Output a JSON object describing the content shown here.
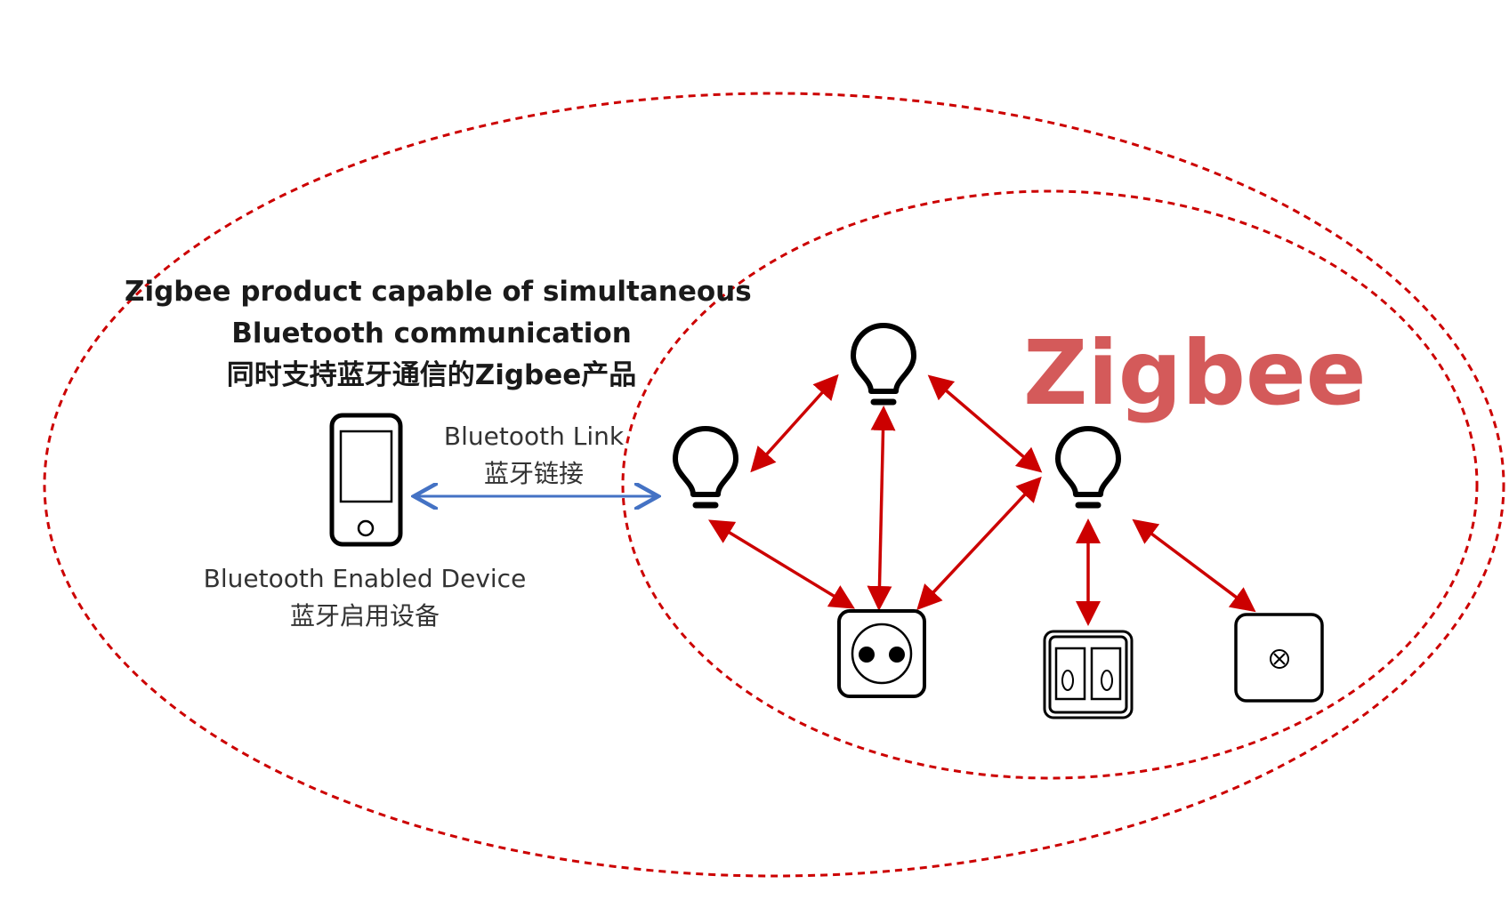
{
  "diagram": {
    "title": {
      "line1": "Zigbee product capable of simultaneous",
      "line2": "Bluetooth communication",
      "line3": "同时支持蓝牙通信的Zigbee产品"
    },
    "bluetooth_link": {
      "label_en": "Bluetooth Link",
      "label_zh": "蓝牙链接"
    },
    "bluetooth_device": {
      "label_en": "Bluetooth Enabled Device",
      "label_zh": "蓝牙启用设备",
      "icon": "phone-icon"
    },
    "zigbee_label": "Zigbee",
    "nodes": [
      {
        "name": "bulb-left",
        "icon": "light-bulb-icon"
      },
      {
        "name": "bulb-top",
        "icon": "light-bulb-icon"
      },
      {
        "name": "bulb-right",
        "icon": "light-bulb-icon"
      },
      {
        "name": "power-outlet",
        "icon": "power-outlet-icon"
      },
      {
        "name": "wall-switch",
        "icon": "wall-switch-icon"
      },
      {
        "name": "sensor",
        "icon": "sensor-icon"
      }
    ],
    "colors": {
      "zigbee_red": "#cc0000",
      "zigbee_text": "#d45a5a",
      "bluetooth_blue": "#4472c4",
      "outline": "#000000"
    }
  }
}
